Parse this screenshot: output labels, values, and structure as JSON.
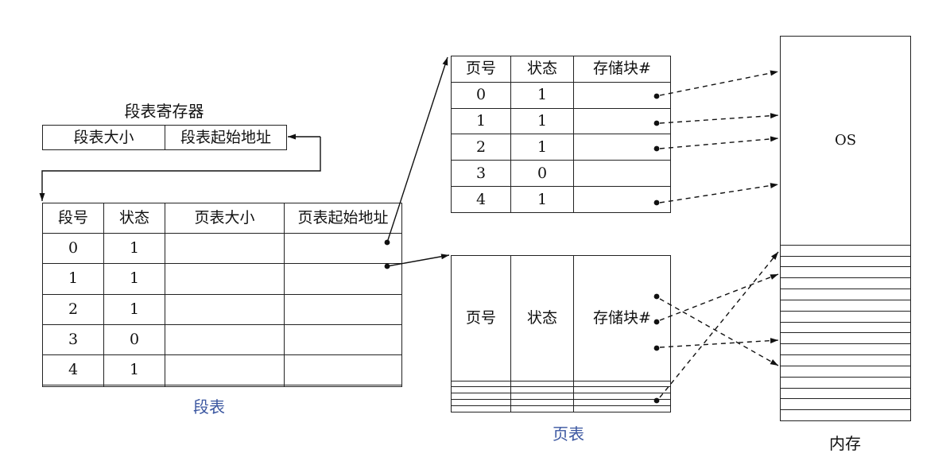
{
  "register": {
    "title": "段表寄存器",
    "cells": [
      "段表大小",
      "段表起始地址"
    ]
  },
  "segment_table": {
    "caption": "段表",
    "headers": [
      "段号",
      "状态",
      "页表大小",
      "页表起始地址"
    ],
    "rows": [
      [
        "0",
        "1",
        "",
        ""
      ],
      [
        "1",
        "1",
        "",
        ""
      ],
      [
        "2",
        "1",
        "",
        ""
      ],
      [
        "3",
        "0",
        "",
        ""
      ],
      [
        "4",
        "1",
        "",
        ""
      ],
      [
        "",
        "",
        "",
        ""
      ]
    ]
  },
  "page_table_1": {
    "headers": [
      "页号",
      "状态",
      "存储块#"
    ],
    "rows": [
      [
        "0",
        "1",
        ""
      ],
      [
        "1",
        "1",
        ""
      ],
      [
        "2",
        "1",
        ""
      ],
      [
        "3",
        "0",
        ""
      ],
      [
        "4",
        "1",
        ""
      ]
    ]
  },
  "page_table_2": {
    "caption": "页表",
    "headers": [
      "页号",
      "状态",
      "存储块#"
    ],
    "rows": [
      [
        "",
        "",
        ""
      ],
      [
        "",
        "",
        ""
      ],
      [
        "",
        "",
        ""
      ],
      [
        "",
        "",
        ""
      ],
      [
        "",
        "",
        ""
      ]
    ]
  },
  "memory": {
    "caption": "内存",
    "top_label": "OS",
    "block_count": 17
  }
}
